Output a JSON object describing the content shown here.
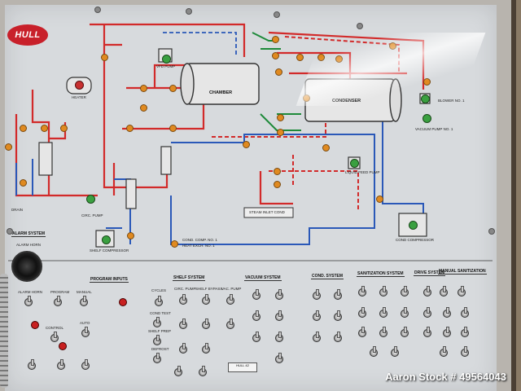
{
  "brand": {
    "logo_text": "HULL",
    "logo_color": "#c8202a"
  },
  "diagram": {
    "chamber_label": "CHAMBER",
    "condenser_label": "CONDENSER",
    "heater_label": "HEATER",
    "vfd_pump_label": "VFD PUMP",
    "circ_pump_label": "CIRC. PUMP",
    "shelf_compressor_label": "SHELF COMPRESSOR",
    "cond_compressor_label": "COND COMPRESSOR",
    "liquid_feed_pump_label": "LIQUID FEED PUMP",
    "steam_inlet_label": "STEAM INLET COND",
    "blower_label": "BLOWER NO. 1",
    "vacuum_pump_label": "VACUUM PUMP NO. 1",
    "cond_comp_label": "COND. COMP. NO. 1",
    "heat_exch_label": "HEAT EXCH. NO. 1",
    "drain_label": "DRAIN"
  },
  "colors": {
    "red_line": "#d22a2a",
    "blue_line": "#2a58b8",
    "green_line": "#1e8a3a",
    "valve": "#e08a20"
  },
  "alarm": {
    "title": "ALARM SYSTEM",
    "horn_label": "ALARM HORN"
  },
  "sections": {
    "program_inputs": "PROGRAM INPUTS",
    "shelf_system": "SHELF SYSTEM",
    "vacuum_system": "VACUUM SYSTEM",
    "cond_system": "COND. SYSTEM",
    "sanitization": "SANITIZATION SYSTEM",
    "drive_system": "DRIVE SYSTEM",
    "manual": "MANUAL SANITIZATION"
  },
  "controls": {
    "alarm_horn": "ALARM HORN",
    "program": "PROGRAM",
    "manual": "MANUAL",
    "auto": "AUTO",
    "control": "CONTROL",
    "cycles": "CYCLES",
    "cond_test": "COND TEST",
    "shelf_prep": "SHELF PREP",
    "defrost": "DEFROST",
    "circ_pump": "CIRC. PUMP",
    "shelf_bypass": "SHELF BYPASS",
    "vac_pump": "VAC. PUMP",
    "gauge": "HULL 42"
  },
  "watermark": "Aaron Stock # 49564043"
}
